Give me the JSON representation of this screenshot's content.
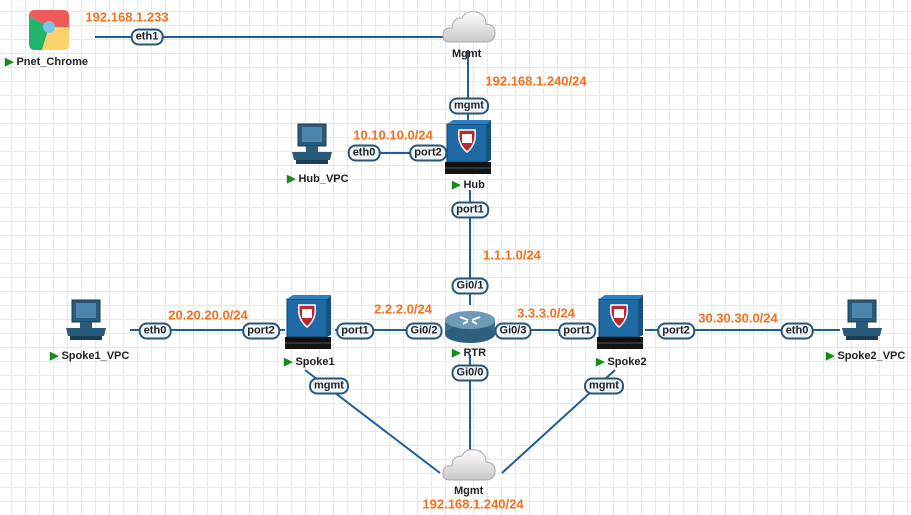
{
  "nodes": {
    "pnet_chrome": {
      "label": "Pnet_Chrome"
    },
    "mgmt_top": {
      "label": "Mgmt"
    },
    "hub": {
      "label": "Hub"
    },
    "hub_vpc": {
      "label": "Hub_VPC"
    },
    "rtr": {
      "label": "RTR"
    },
    "spoke1": {
      "label": "Spoke1"
    },
    "spoke2": {
      "label": "Spoke2"
    },
    "spoke1_vpc": {
      "label": "Spoke1_VPC"
    },
    "spoke2_vpc": {
      "label": "Spoke2_VPC"
    },
    "mgmt_bottom": {
      "label": "Mgmt"
    }
  },
  "interfaces": {
    "chrome_eth1": "eth1",
    "hub_mgmt": "mgmt",
    "hub_port2": "port2",
    "hubvpc_eth0": "eth0",
    "hub_port1": "port1",
    "rtr_gi01": "Gi0/1",
    "rtr_gi02": "Gi0/2",
    "rtr_gi03": "Gi0/3",
    "rtr_gi00": "Gi0/0",
    "spoke1_port1": "port1",
    "spoke1_port2": "port2",
    "spoke1_mgmt": "mgmt",
    "spoke1vpc_eth0": "eth0",
    "spoke2_port1": "port1",
    "spoke2_port2": "port2",
    "spoke2_mgmt": "mgmt",
    "spoke2vpc_eth0": "eth0"
  },
  "networks": {
    "chrome_ip": "192.168.1.233",
    "mgmt_top_net": "192.168.1.240/24",
    "hub_lan": "10.10.10.0/24",
    "hub_wan": "1.1.1.0/24",
    "spoke1_wan": "2.2.2.0/24",
    "spoke2_wan": "3.3.3.0/24",
    "spoke1_lan": "20.20.20.0/24",
    "spoke2_lan": "30.30.30.0/24",
    "mgmt_bottom_net": "192.168.1.240/24"
  },
  "colors": {
    "link": "#1f5f99",
    "network_label": "#f5701e",
    "running": "#1a8a1a"
  }
}
